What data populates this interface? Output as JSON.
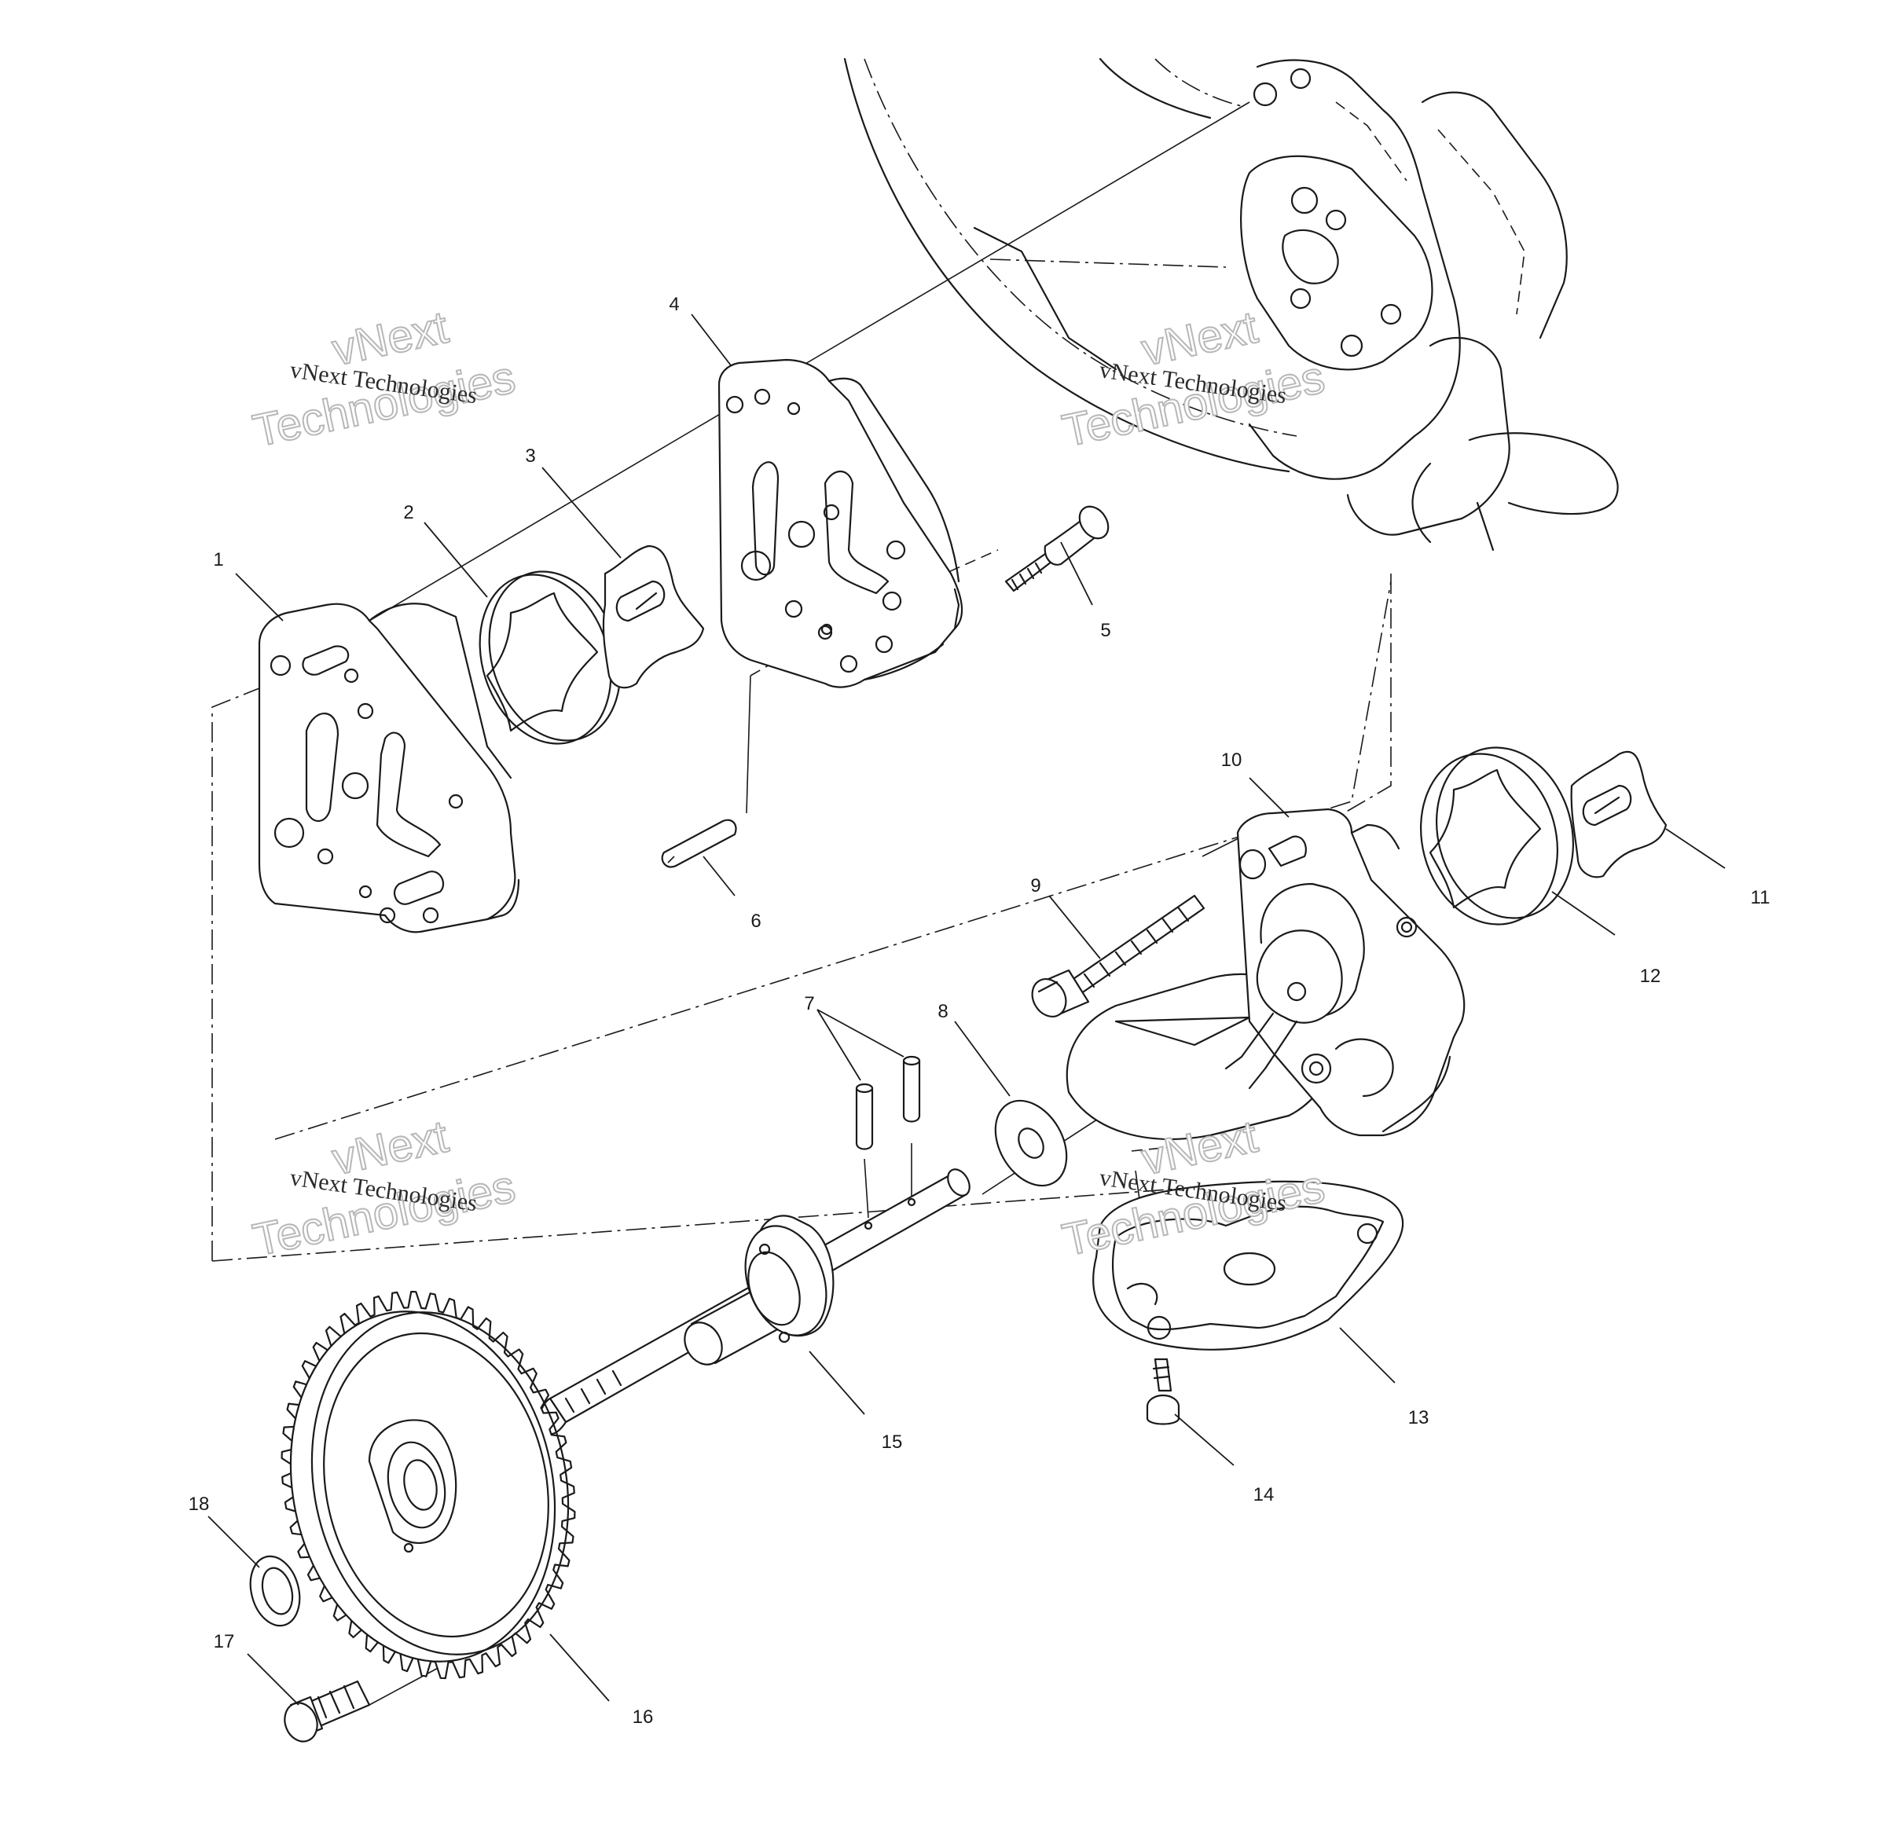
{
  "callouts": [
    "1",
    "2",
    "3",
    "4",
    "5",
    "6",
    "7",
    "8",
    "9",
    "10",
    "11",
    "12",
    "13",
    "14",
    "15",
    "16",
    "17",
    "18"
  ],
  "watermark": {
    "line1": "vNext Technologies",
    "big1": "vNext",
    "big2": "Technologies"
  }
}
